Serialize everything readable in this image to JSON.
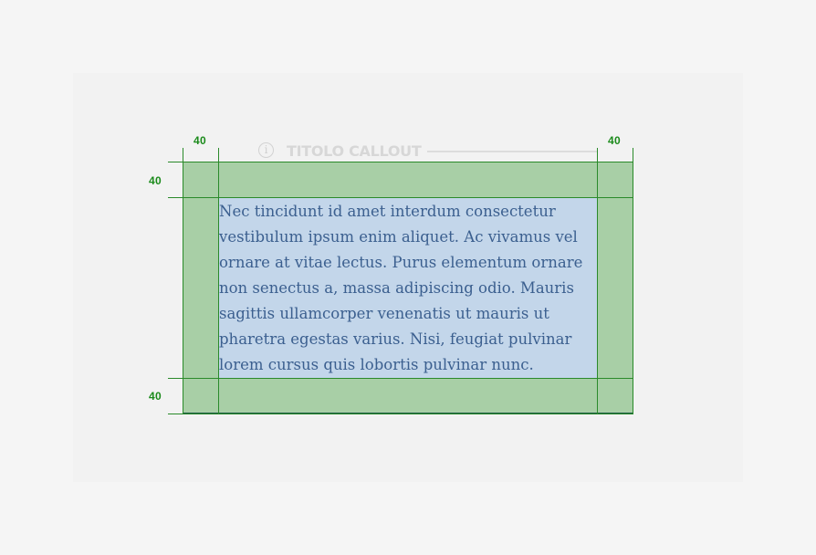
{
  "callout": {
    "title": "TITOLO CALLOUT",
    "icon": "info-icon",
    "body": "Nec tincidunt id amet interdum consectetur vestibulum ipsum enim aliquet. Ac vivamus vel ornare at vitae lectus. Purus elementum ornare non senectus a, massa adipiscing odio. Mauris sagittis ullamcorper venenatis ut mauris ut pharetra egestas varius. Nisi, feugiat pulvinar lorem cursus quis lobortis pulvinar nunc."
  },
  "measurements": {
    "left": "40",
    "right": "40",
    "top": "40",
    "bottom": "40"
  },
  "colors": {
    "padding_area": "#a8cfa6",
    "content_area": "#c3d6ea",
    "guide": "#2a8a2a",
    "text": "#3b5f8f",
    "title": "#d7d7d7"
  }
}
